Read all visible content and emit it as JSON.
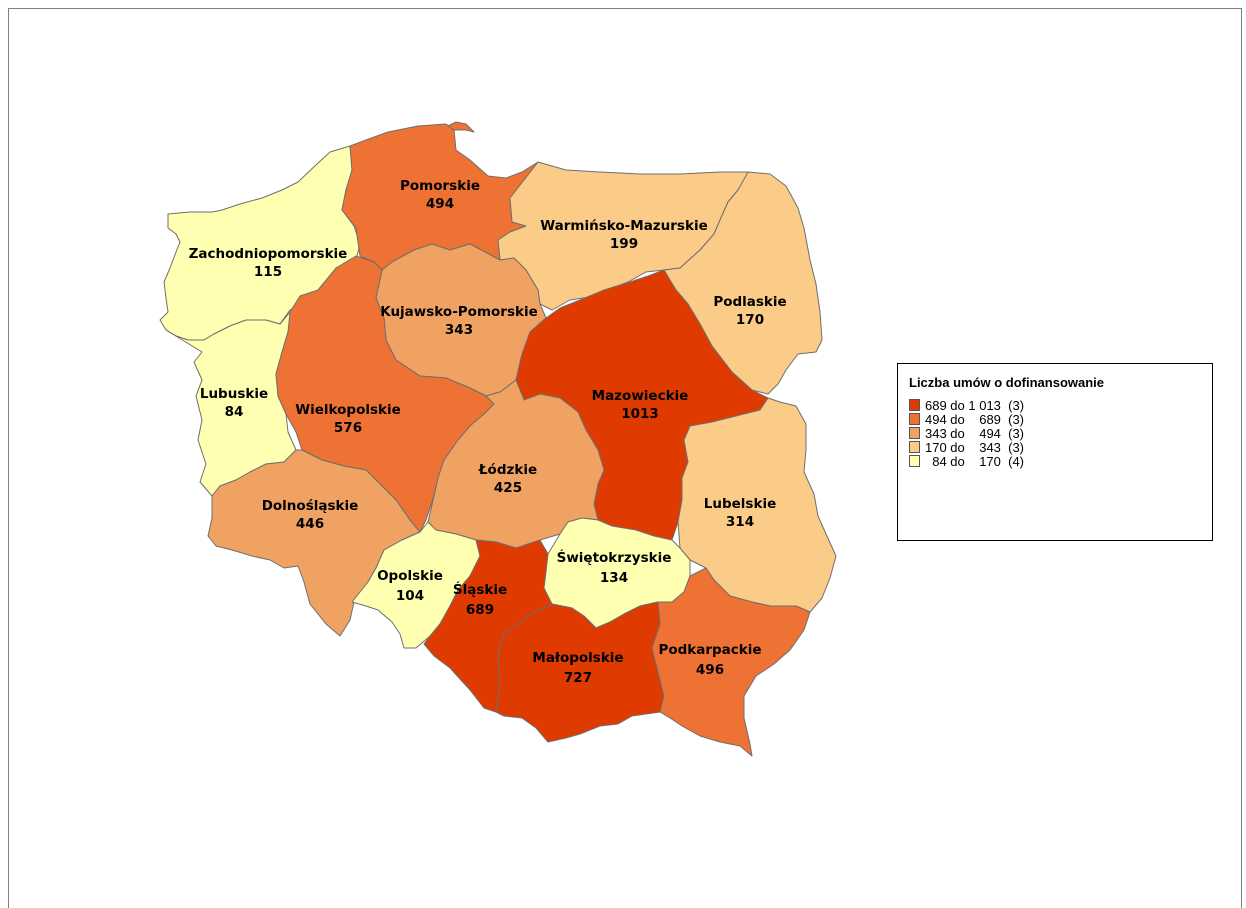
{
  "legend": {
    "title": "Liczba umów o dofinansowanie",
    "classes": [
      {
        "label": "689 do 1 013  (3)",
        "color": "#df3a00"
      },
      {
        "label": "494 do    689  (3)",
        "color": "#ee7234"
      },
      {
        "label": "343 do    494  (3)",
        "color": "#f0a263"
      },
      {
        "label": "170 do    343  (3)",
        "color": "#fbcc88"
      },
      {
        "label": "  84 do    170  (4)",
        "color": "#ffffb1"
      }
    ]
  },
  "regions": [
    {
      "name": "Zachodniopomorskie",
      "value": "115",
      "color": "#ffffb1"
    },
    {
      "name": "Pomorskie",
      "value": "494",
      "color": "#ee7234"
    },
    {
      "name": "Warmińsko-Mazurskie",
      "value": "199",
      "color": "#fbcc88"
    },
    {
      "name": "Podlaskie",
      "value": "170",
      "color": "#fbcc88"
    },
    {
      "name": "Kujawsko-Pomorskie",
      "value": "343",
      "color": "#f0a263"
    },
    {
      "name": "Lubuskie",
      "value": "84",
      "color": "#ffffb1"
    },
    {
      "name": "Wielkopolskie",
      "value": "576",
      "color": "#ee7234"
    },
    {
      "name": "Mazowieckie",
      "value": "1013",
      "color": "#df3a00"
    },
    {
      "name": "Łódzkie",
      "value": "425",
      "color": "#f0a263"
    },
    {
      "name": "Lubelskie",
      "value": "314",
      "color": "#fbcc88"
    },
    {
      "name": "Dolnośląskie",
      "value": "446",
      "color": "#f0a263"
    },
    {
      "name": "Opolskie",
      "value": "104",
      "color": "#ffffb1"
    },
    {
      "name": "Śląskie",
      "value": "689",
      "color": "#df3a00"
    },
    {
      "name": "Świętokrzyskie",
      "value": "134",
      "color": "#ffffb1"
    },
    {
      "name": "Małopolskie",
      "value": "727",
      "color": "#df3a00"
    },
    {
      "name": "Podkarpackie",
      "value": "496",
      "color": "#ee7234"
    }
  ]
}
